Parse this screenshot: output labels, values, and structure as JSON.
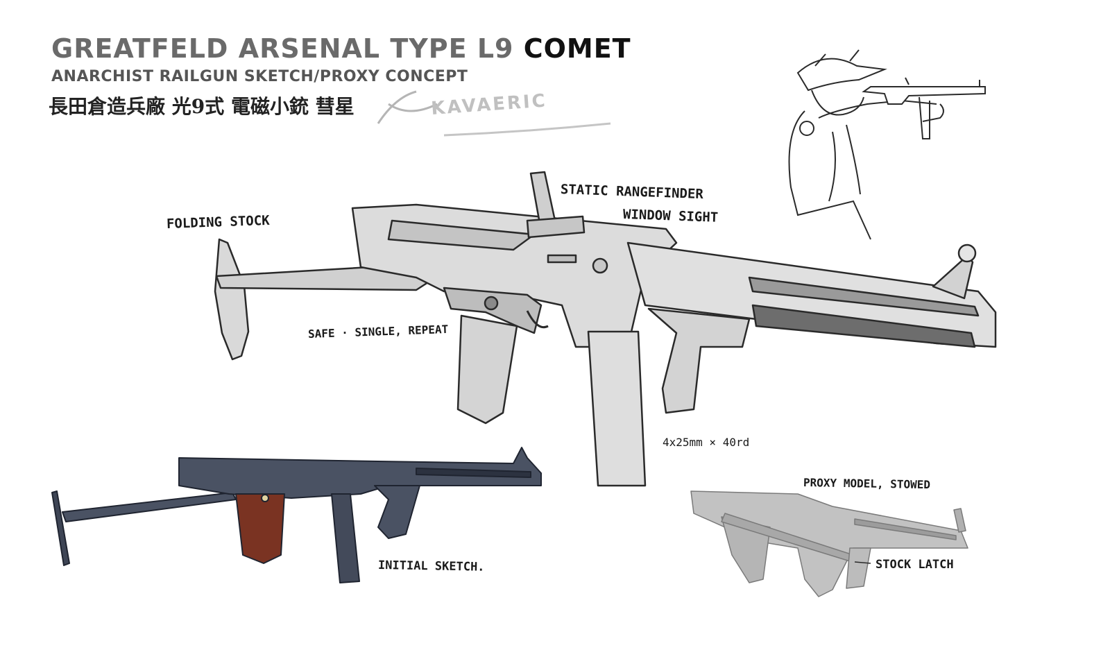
{
  "header": {
    "title_prefix": "GREATFELD ARSENAL TYPE L9",
    "title_emphasis": "COMET",
    "subtitle": "ANARCHIST RAILGUN SKETCH/PROXY CONCEPT",
    "title_cjk": "長田倉造兵廠 光9式 電磁小銃 彗星"
  },
  "signature": {
    "text": "KAVAERIC"
  },
  "annotations": {
    "folding_stock": "FOLDING STOCK",
    "rangefinder_line1": "STATIC RANGEFINDER",
    "rangefinder_line2": "WINDOW SIGHT",
    "fire_modes": "SAFE · SINGLE, REPEAT",
    "magazine": "4x25mm × 40rd",
    "initial_sketch": "INITIAL SKETCH.",
    "proxy_model": "PROXY MODEL, STOWED",
    "stock_latch": "STOCK LATCH"
  },
  "colors": {
    "background": "#ffffff",
    "main_gun_fill": "#d9d9d9",
    "main_gun_shade": "#a9a9a9",
    "initial_sketch_fill": "#4a5263",
    "grip_wood": "#7a3322",
    "proxy_fill": "#c2c2c2",
    "line_ink": "#2a2a2a"
  }
}
